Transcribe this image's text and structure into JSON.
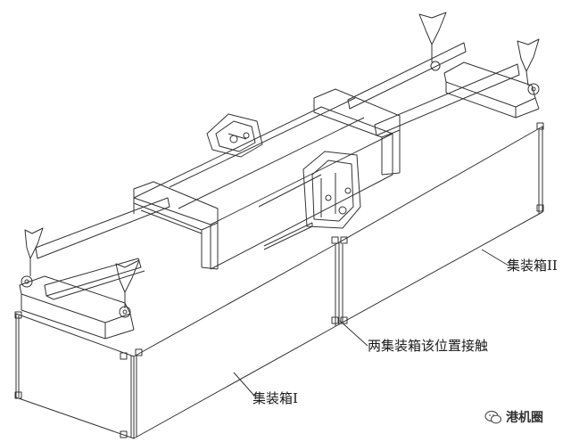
{
  "labels": {
    "container_ii": "集装箱II",
    "contact_point": "两集装箱该位置接触",
    "container_i": "集装箱I"
  },
  "watermark": {
    "text": "港机圈",
    "icon": "wechat-icon"
  },
  "colors": {
    "line": "#333333",
    "background": "#ffffff"
  }
}
